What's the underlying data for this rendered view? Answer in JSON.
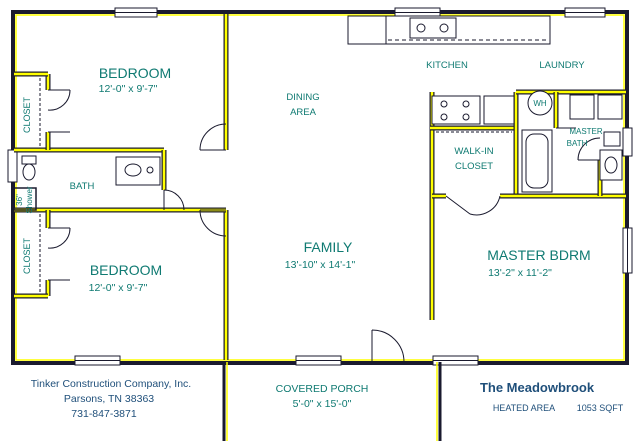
{
  "rooms": {
    "bedroom1": {
      "name": "BEDROOM",
      "size": "12'-0\" x 9'-7\""
    },
    "bedroom2": {
      "name": "BEDROOM",
      "size": "12'-0\" x 9'-7\""
    },
    "dining": {
      "line1": "DINING",
      "line2": "AREA"
    },
    "kitchen": {
      "name": "KITCHEN"
    },
    "laundry": {
      "name": "LAUNDRY"
    },
    "family": {
      "name": "FAMILY",
      "size": "13'-10\" x 14'-1\""
    },
    "master": {
      "name": "MASTER BDRM",
      "size": "13'-2\" x 11'-2\""
    },
    "walkin": {
      "line1": "WALK-IN",
      "line2": "CLOSET"
    },
    "master_bath": {
      "line1": "MASTER",
      "line2": "BATH"
    },
    "bath": {
      "name": "BATH"
    },
    "closet_top": {
      "name": "CLOSET"
    },
    "closet_bottom": {
      "name": "CLOSET"
    },
    "shower": {
      "line1": "36\"",
      "line2": "Shower"
    },
    "water_heater": {
      "name": "WH"
    },
    "porch": {
      "name": "COVERED  PORCH",
      "size": "5'-0\" x 15'-0\""
    }
  },
  "footer": {
    "company": "Tinker Construction Company, Inc.",
    "city": "Parsons, TN  38363",
    "phone": "731-847-3871",
    "plan_name": "The Meadowbrook",
    "heated_area_label": "HEATED AREA",
    "sqft": "1053 SQFT"
  }
}
